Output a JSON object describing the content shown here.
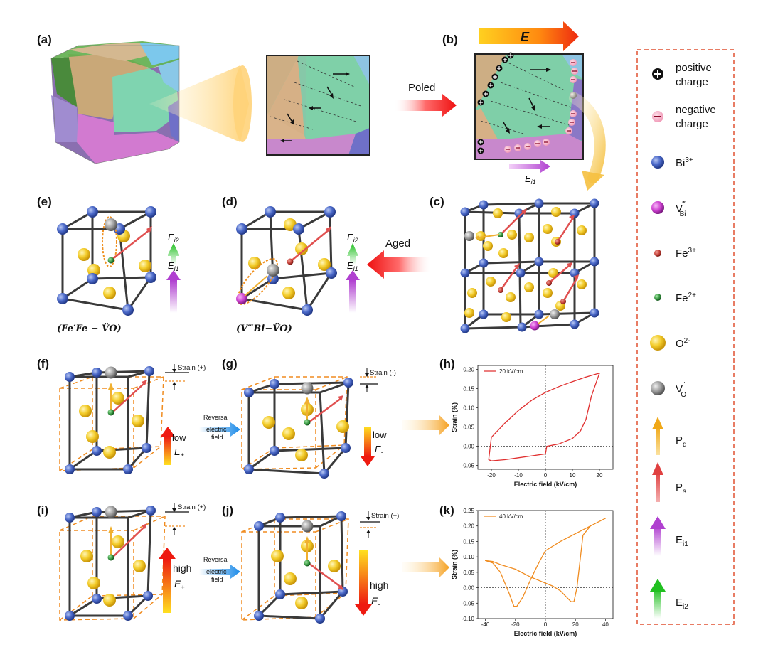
{
  "panels": {
    "a": "(a)",
    "b": "(b)",
    "c": "(c)",
    "d": "(d)",
    "e": "(e)",
    "f": "(f)",
    "g": "(g)",
    "h": "(h)",
    "i": "(i)",
    "j": "(j)",
    "k": "(k)"
  },
  "arrows": {
    "poled": "Poled",
    "aged": "Aged",
    "field_E": "E",
    "reversal_1": "Reversal",
    "reversal_2": "electric",
    "reversal_3": "field"
  },
  "fields": {
    "ei1": "Ei1",
    "ei2": "Ei2",
    "low": "low",
    "high": "high",
    "e_plus": "E+",
    "e_minus": "E-"
  },
  "strain_marks": {
    "f": "Strain (+)",
    "g": "Strain (-)",
    "i": "Strain (+)",
    "j": "Strain (+)"
  },
  "defects": {
    "e": "(Fe′Fe − V̈O)",
    "d": "(V‴Bi−V̈O)"
  },
  "legend": [
    {
      "icon": "plus-icon",
      "line1": "positive",
      "line2": "charge"
    },
    {
      "icon": "minus-icon",
      "line1": "negative",
      "line2": "charge"
    },
    {
      "icon": "bi-atom-icon",
      "line1": "Bi³⁺",
      "line2": ""
    },
    {
      "icon": "v-bi-atom-icon",
      "line1": "V‴Bi",
      "line2": ""
    },
    {
      "icon": "fe3-atom-icon",
      "line1": "Fe³⁺",
      "line2": ""
    },
    {
      "icon": "fe2-atom-icon",
      "line1": "Fe²⁺",
      "line2": ""
    },
    {
      "icon": "o-atom-icon",
      "line1": "O²⁻",
      "line2": ""
    },
    {
      "icon": "vo-atom-icon",
      "line1": "V¨O",
      "line2": ""
    },
    {
      "icon": "pd-arrow-icon",
      "line1": "Pd",
      "line2": ""
    },
    {
      "icon": "ps-arrow-icon",
      "line1": "Ps",
      "line2": ""
    },
    {
      "icon": "ei1-arrow-icon",
      "line1": "Ei1",
      "line2": ""
    },
    {
      "icon": "ei2-arrow-icon",
      "line1": "Ei2",
      "line2": ""
    }
  ],
  "colors": {
    "bi": "#4a68c8",
    "vbi": "#cc3fcf",
    "fe3": "#c8443c",
    "fe2": "#3a9a44",
    "o": "#f3cc2a",
    "vo": "#9a9a9a",
    "ps": "#e05050",
    "pd": "#f0b030",
    "ei1": "#b040d0",
    "ei2": "#30c030",
    "loop_h": "#e03030",
    "loop_k": "#f08c20",
    "legend_border": "#e05030"
  },
  "chart_data": [
    {
      "type": "line",
      "panel": "h",
      "legend": "20 kV/cm",
      "xlabel": "Electric field (kV/cm)",
      "ylabel": "Strain (%)",
      "xlim": [
        -25,
        25
      ],
      "ylim": [
        -0.06,
        0.21
      ],
      "xticks": [
        -20,
        -10,
        0,
        10,
        20
      ],
      "yticks": [
        0.2,
        0.15,
        0.1,
        0.05,
        0.0,
        -0.05
      ],
      "ytick_labels": [
        "0.20",
        "0.15",
        "0.10",
        "0.05",
        "0.00",
        "-0.05"
      ],
      "x": [
        20,
        15,
        10,
        5,
        0,
        -5,
        -10,
        -15,
        -20,
        -21,
        -20,
        -15,
        -10,
        -5,
        0,
        0.5,
        5,
        10,
        13,
        15,
        17,
        20
      ],
      "y": [
        0.19,
        0.18,
        0.168,
        0.155,
        0.14,
        0.12,
        0.093,
        0.06,
        0.023,
        -0.035,
        -0.038,
        -0.035,
        -0.03,
        -0.025,
        -0.02,
        0.0,
        0.006,
        0.02,
        0.04,
        0.07,
        0.13,
        0.19
      ]
    },
    {
      "type": "line",
      "panel": "k",
      "legend": "40 kV/cm",
      "xlabel": "Electric field (kV/cm)",
      "ylabel": "Strain (%)",
      "xlim": [
        -45,
        45
      ],
      "ylim": [
        -0.1,
        0.25
      ],
      "xticks": [
        -40,
        -20,
        0,
        20,
        40
      ],
      "yticks": [
        0.25,
        0.2,
        0.15,
        0.1,
        0.05,
        0.0,
        -0.05,
        -0.1
      ],
      "ytick_labels": [
        "0.25",
        "0.20",
        "0.15",
        "0.10",
        "0.05",
        "0.00",
        "-0.05",
        "-0.10"
      ],
      "x": [
        40,
        30,
        20,
        10,
        0,
        -5,
        -10,
        -15,
        -19,
        -21,
        -24,
        -30,
        -35,
        -40,
        -35,
        -30,
        -20,
        -10,
        0,
        5,
        10,
        15,
        17,
        19,
        21,
        25,
        30,
        40
      ],
      "y": [
        0.225,
        0.2,
        0.175,
        0.15,
        0.12,
        0.075,
        0.025,
        -0.03,
        -0.06,
        -0.06,
        -0.02,
        0.05,
        0.08,
        0.088,
        0.085,
        0.075,
        0.06,
        0.035,
        0.015,
        0.005,
        -0.01,
        -0.035,
        -0.045,
        -0.045,
        0.0,
        0.17,
        0.2,
        0.225
      ]
    }
  ]
}
